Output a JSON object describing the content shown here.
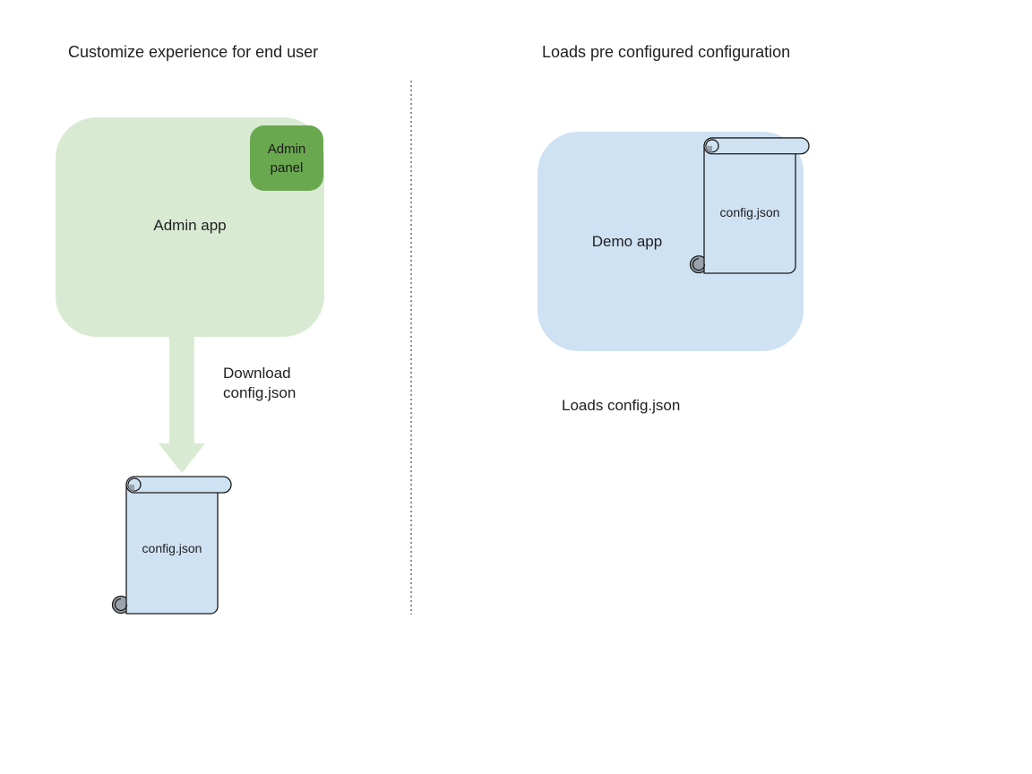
{
  "left": {
    "title": "Customize experience for end user",
    "admin_app_label": "Admin app",
    "admin_panel_label": "Admin panel",
    "download_label_line1": "Download",
    "download_label_line2": "config.json",
    "file_label": "config.json"
  },
  "right": {
    "title": "Loads pre configured configuration",
    "demo_app_label": "Demo app",
    "file_label": "config.json",
    "caption": "Loads config.json"
  },
  "colors": {
    "app_green_light": "#d9ead3",
    "panel_green": "#6aa84f",
    "app_blue_light": "#cfe2f3",
    "scroll_blue": "#cfe2f3",
    "curl_gray": "#9aa2ab",
    "outline_black": "#1c1c1c",
    "text_dark": "#202124",
    "divider_gray": "#909090"
  }
}
